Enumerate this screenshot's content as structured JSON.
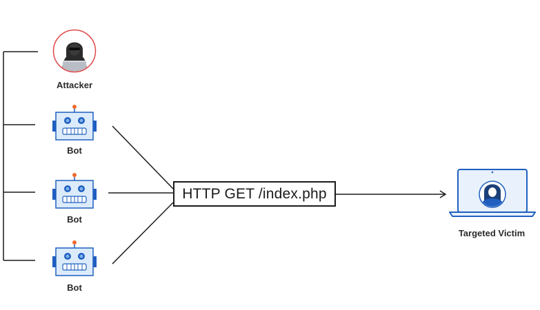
{
  "diagram": {
    "attacker": {
      "label": "Attacker",
      "icon": "hooded-attacker-icon"
    },
    "bots": [
      {
        "label": "Bot",
        "icon": "robot-icon"
      },
      {
        "label": "Bot",
        "icon": "robot-icon"
      },
      {
        "label": "Bot",
        "icon": "robot-icon"
      }
    ],
    "request": {
      "label": "HTTP GET /index.php"
    },
    "victim": {
      "label": "Targeted Victim",
      "icon": "laptop-user-icon"
    },
    "colors": {
      "line": "#1a1a1a",
      "robot_body": "#dcebfb",
      "robot_accent": "#1f5fbf",
      "robot_antenna": "#f26a2e",
      "attacker_ring": "#e04848",
      "laptop_screen": "#e8f1fc"
    }
  }
}
